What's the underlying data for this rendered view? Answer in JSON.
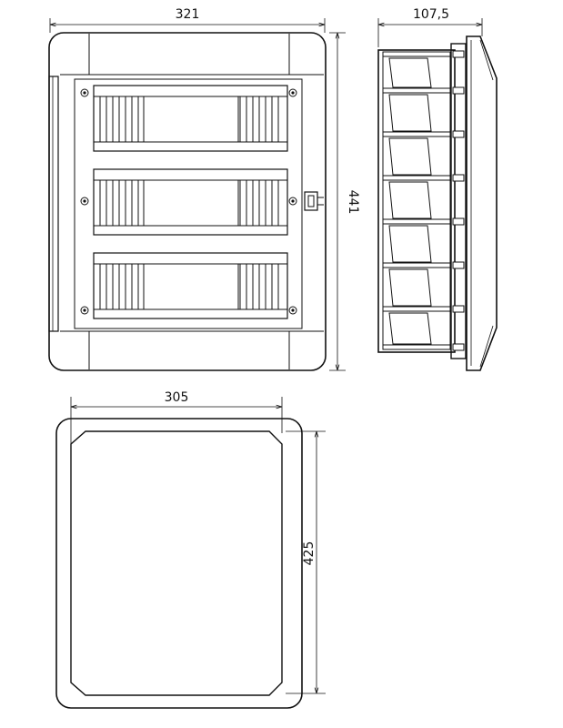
{
  "dimensions": {
    "front_width": "321",
    "front_height": "441",
    "side_depth": "107,5",
    "back_width": "305",
    "back_height": "425"
  },
  "colors": {
    "line": "#111111",
    "fill_dark": "#555555",
    "background": "#ffffff"
  }
}
